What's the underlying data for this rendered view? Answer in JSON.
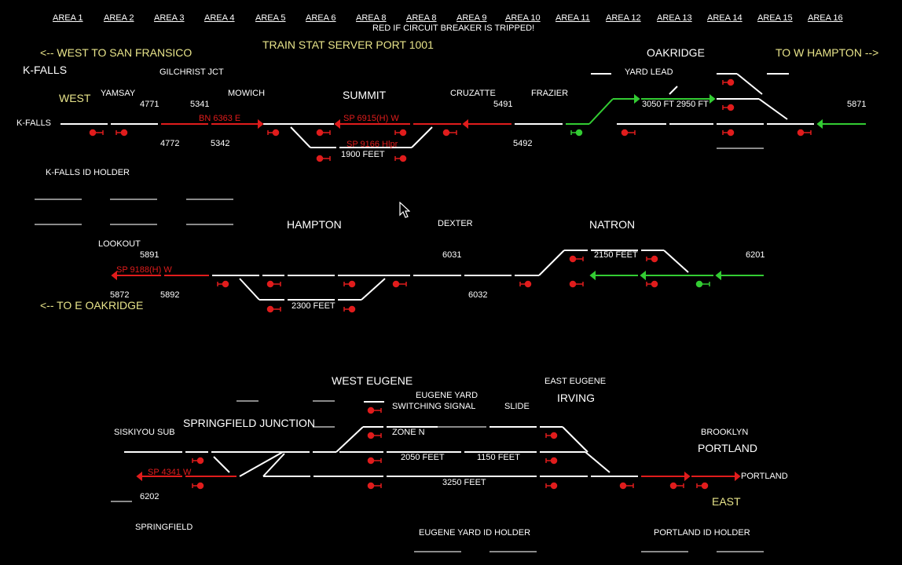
{
  "areas": [
    "AREA 1",
    "AREA 2",
    "AREA 3",
    "AREA 4",
    "AREA 5",
    "AREA 6",
    "AREA 8",
    "AREA 8",
    "AREA 9",
    "AREA 10",
    "AREA 11",
    "AREA 12",
    "AREA 13",
    "AREA 14",
    "AREA 15",
    "AREA 16"
  ],
  "header": {
    "breaker_note": "RED IF CIRCUIT BREAKER IS TRIPPED!",
    "server": "TRAIN STAT SERVER PORT 1001"
  },
  "nav": {
    "west_sf": "<-- WEST TO SAN FRANSICO",
    "to_w_hampton": "TO W HAMPTON -->",
    "to_e_oakridge": "<-- TO E OAKRIDGE"
  },
  "labels": {
    "kfalls_big": "K-FALLS",
    "gilchrist": "GILCHRIST JCT",
    "oakridge": "OAKRIDGE",
    "yard_lead": "YARD LEAD",
    "west": "WEST",
    "yamsay": "YAMSAY",
    "mowich": "MOWICH",
    "summit": "SUMMIT",
    "cruzatte": "CRUZATTE",
    "frazier": "FRAZIER",
    "kfalls_small": "K-FALLS",
    "kfalls_id": "K-FALLS ID HOLDER",
    "hampton": "HAMPTON",
    "dexter": "DEXTER",
    "natron": "NATRON",
    "lookout": "LOOKOUT",
    "west_eugene": "WEST EUGENE",
    "eugene_yard": "EUGENE YARD",
    "switching_signal": "SWITCHING SIGNAL",
    "slide": "SLIDE",
    "east_eugene": "EAST EUGENE",
    "irving": "IRVING",
    "springfield_jct": "SPRINGFIELD JUNCTION",
    "siskiyou": "SISKIYOU SUB",
    "zone_n": "ZONE N",
    "brooklyn": "BROOKLYN",
    "portland": "PORTLAND",
    "portland_small": "PORTLAND",
    "east": "EAST",
    "springfield": "SPRINGFIELD",
    "eugene_yard_id": "EUGENE YARD ID HOLDER",
    "portland_id": "PORTLAND ID HOLDER"
  },
  "signals": {
    "s4771": "4771",
    "s5341": "5341",
    "s5491": "5491",
    "s5871": "5871",
    "s4772": "4772",
    "s5342": "5342",
    "s5492": "5492",
    "s5891": "5891",
    "s6031": "6031",
    "s6201": "6201",
    "s5872": "5872",
    "s5892": "5892",
    "s6032": "6032",
    "s6202": "6202"
  },
  "trains": {
    "bn6363": "BN 6363 E",
    "sp6915": "SP 6915(H) W",
    "sp9166": "SP 9166 Hlpr",
    "sp9188": "SP 9188(H) W",
    "sp4341": "SP 4341 W"
  },
  "lengths": {
    "f1900": "1900 FEET",
    "f3050": "3050 FT 2950 FT",
    "f2150": "2150 FEET",
    "f2300": "2300 FEET",
    "f2050": "2050 FEET",
    "f1150": "1150 FEET",
    "f3250": "3250 FEET"
  },
  "colors": {
    "occupied_red": "#e01c1c",
    "route_green": "#33cc33",
    "track_white": "#ffffff",
    "label_yellow": "#e8e48a",
    "holder_gray": "#8a8a8a"
  }
}
